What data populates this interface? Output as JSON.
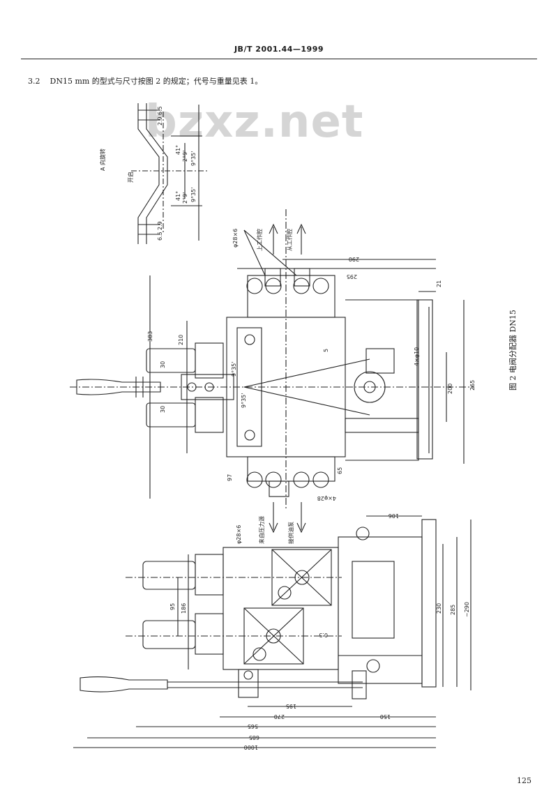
{
  "header": {
    "standard_code": "JB/T 2001.44—1999"
  },
  "clause": {
    "number": "3.2",
    "text": "DN15 mm 的型式与尺寸按图 2 的规定；代号与重量见表 1。"
  },
  "watermark": "bzxz.net",
  "figure": {
    "caption": "图 2 电阀分配器 DN15",
    "labels": {
      "view_a": "A 向旋转",
      "pos_open": "开启",
      "angle_41": "41°",
      "angle_2_9": "2°9'",
      "angle_9_35": "9°35'",
      "dim_6_5": "6.5",
      "dim_29": "2.9",
      "dim_383": "383",
      "dim_210": "210",
      "dim_200": "200",
      "dim_265": "265",
      "dim_290": "290",
      "dim_295": "295",
      "dim_21": "21",
      "dim_65": "65",
      "dim_97": "97",
      "dim_30": "30",
      "dim_95": "95",
      "dim_186": "186",
      "dim_230": "230",
      "dim_285": "285",
      "dim_approx_290": "~290",
      "dim_106": "106",
      "dim_195": "195",
      "dim_270": "270",
      "dim_150": "150",
      "dim_565": "565",
      "dim_685": "685",
      "dim_1000": "1000",
      "dim_5": "5",
      "dim_0_5": "0.5",
      "holes": "4×φ10",
      "pipe_top": "φ28×6",
      "pipe_bottom": "φ28×6",
      "pipe_side": "4×φ28",
      "angle_1_2": "9°35'",
      "angle_1_3": "9°35'",
      "flow_up_1": "上工作腔",
      "flow_up_2": "从工作腔",
      "flow_down_1": "来自压力源",
      "flow_down_2": "接供油泵"
    }
  },
  "page_number": "125"
}
